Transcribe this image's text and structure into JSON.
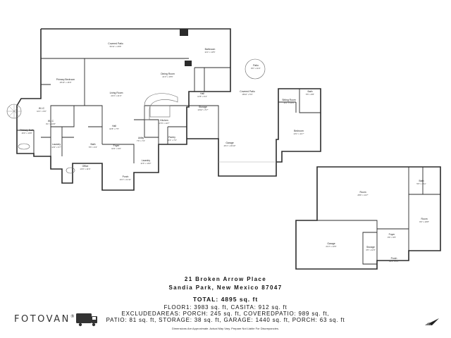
{
  "address": {
    "line1": "21 Broken Arrow Place",
    "line2": "Sandia Park, New Mexico 87047"
  },
  "summary": {
    "total": "TOTAL: 4895 sq. ft",
    "line1": "FLOOR1: 3983 sq. ft, CASITA: 912 sq. ft",
    "line2": "EXCLUDEDAREAS: PORCH: 245 sq. ft, COVEREDPATIO: 989 sq. ft,",
    "line3": "PATIO: 81 sq. ft, STORAGE: 38 sq. ft, GARAGE: 1440 sq. ft, PORCH: 63 sq. ft"
  },
  "disclaimer": "Dimensions Are Approximate. Actual May Vary. Prepare Not Liable For Discrepancies.",
  "brand": {
    "name": "FOTOVAN",
    "mark": "®"
  },
  "compass": {
    "label": "N"
  },
  "colors": {
    "wall": "#2b2b2b",
    "fixture": "#777777",
    "background": "#ffffff"
  },
  "rooms": [
    {
      "name": "Covered Patio",
      "dims": "50'11\" x 15'8\""
    },
    {
      "name": "Bathroom",
      "dims": "11'4\" x 10'5\""
    },
    {
      "name": "Patio",
      "dims": "8'0\" x 11'0\""
    },
    {
      "name": "Primary Bedroom",
      "dims": "18'10\" x 16'9\""
    },
    {
      "name": "Living Room",
      "dims": "23'4\" x 21'3\""
    },
    {
      "name": "Dining Room",
      "dims": "21'3\" x 15'5\""
    },
    {
      "name": "Hall",
      "dims": "14'8\" x 5'4\""
    },
    {
      "name": "Covered Patio",
      "dims": "18'10\" x 5'3\""
    },
    {
      "name": "Bath",
      "dims": "5'5\" x 8'8\""
    },
    {
      "name": "Sitting Room",
      "dims": "14'1\" x 10'4\""
    },
    {
      "name": "W.I.C",
      "dims": "10'1\" x 9'0\""
    },
    {
      "name": "W.I.C",
      "dims": "9'1\" x 10'8\""
    },
    {
      "name": "Primary Bath",
      "dims": "16'0\" x 10'8\""
    },
    {
      "name": "Storage",
      "dims": "10'10\" x 5'7\""
    },
    {
      "name": "Hall",
      "dims": "16'8\" x 7'5\""
    },
    {
      "name": "Kitchen",
      "dims": "17'8\" x 10'7\""
    },
    {
      "name": "Bedroom",
      "dims": "13'1\" x 11'7\""
    },
    {
      "name": "Pantry",
      "dims": "10'4\" x 7'0\""
    },
    {
      "name": "Utility",
      "dims": "7'6\" x 7'2\""
    },
    {
      "name": "Garage",
      "dims": "46'1\" x 29'10\""
    },
    {
      "name": "Laundry",
      "dims": "11'9\" x 6'7\""
    },
    {
      "name": "Bath",
      "dims": "5'5\" x 6'4\""
    },
    {
      "name": "Foyer",
      "dims": "16'4\" x 9'6\""
    },
    {
      "name": "Laundry",
      "dims": "11'6\" x 10'2\""
    },
    {
      "name": "Office",
      "dims": "13'0\" x 11'6\""
    },
    {
      "name": "Porch",
      "dims": "23'1\" x 11'11\""
    },
    {
      "name": "Room",
      "dims": "28'6\" x 14'7\""
    },
    {
      "name": "Bath",
      "dims": "5'5\" x 7'11\""
    },
    {
      "name": "Room",
      "dims": "9'9\" x 18'8\""
    },
    {
      "name": "Garage",
      "dims": "21'3\" x 13'5\""
    },
    {
      "name": "Foyer",
      "dims": "9'6\" x 9'5\""
    },
    {
      "name": "Storage",
      "dims": "3'5\" x 11'5\""
    },
    {
      "name": "Porch",
      "dims": "10'4\" x 6'1\""
    }
  ]
}
